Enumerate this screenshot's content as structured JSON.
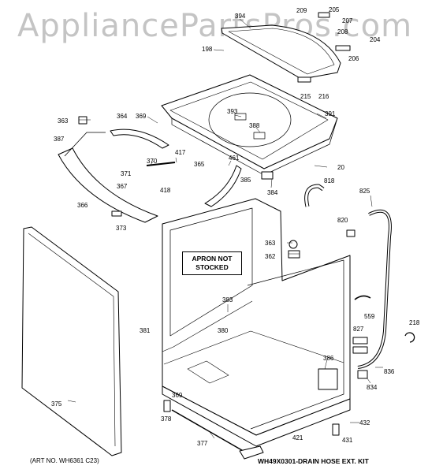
{
  "watermark": "AppliancePartsPros.com",
  "note": {
    "line1": "APRON NOT",
    "line2": "STOCKED"
  },
  "art_no": "(ART NO. WH6361 C23)",
  "kit_label": "WH49X0301-DRAIN HOSE EXT. KIT",
  "labels": [
    {
      "id": "394",
      "text": "394"
    },
    {
      "id": "209",
      "text": "209"
    },
    {
      "id": "205",
      "text": "205"
    },
    {
      "id": "207",
      "text": "207"
    },
    {
      "id": "198",
      "text": "198"
    },
    {
      "id": "208",
      "text": "208"
    },
    {
      "id": "204",
      "text": "204"
    },
    {
      "id": "206",
      "text": "206"
    },
    {
      "id": "215",
      "text": "215"
    },
    {
      "id": "216",
      "text": "216"
    },
    {
      "id": "363a",
      "text": "363"
    },
    {
      "id": "364",
      "text": "364"
    },
    {
      "id": "369a",
      "text": "369"
    },
    {
      "id": "393",
      "text": "393"
    },
    {
      "id": "388",
      "text": "388"
    },
    {
      "id": "391",
      "text": "391"
    },
    {
      "id": "387",
      "text": "387"
    },
    {
      "id": "417",
      "text": "417"
    },
    {
      "id": "370",
      "text": "370"
    },
    {
      "id": "461",
      "text": "461"
    },
    {
      "id": "365",
      "text": "365"
    },
    {
      "id": "371",
      "text": "371"
    },
    {
      "id": "418",
      "text": "418"
    },
    {
      "id": "20",
      "text": "20"
    },
    {
      "id": "367",
      "text": "367"
    },
    {
      "id": "385",
      "text": "385"
    },
    {
      "id": "384",
      "text": "384"
    },
    {
      "id": "818",
      "text": "818"
    },
    {
      "id": "825",
      "text": "825"
    },
    {
      "id": "366",
      "text": "366"
    },
    {
      "id": "820",
      "text": "820"
    },
    {
      "id": "373",
      "text": "373"
    },
    {
      "id": "363b",
      "text": "363"
    },
    {
      "id": "362",
      "text": "362"
    },
    {
      "id": "383",
      "text": "383"
    },
    {
      "id": "559",
      "text": "559"
    },
    {
      "id": "381",
      "text": "381"
    },
    {
      "id": "380",
      "text": "380"
    },
    {
      "id": "218",
      "text": "218"
    },
    {
      "id": "827",
      "text": "827"
    },
    {
      "id": "386",
      "text": "386"
    },
    {
      "id": "836",
      "text": "836"
    },
    {
      "id": "834",
      "text": "834"
    },
    {
      "id": "375",
      "text": "375"
    },
    {
      "id": "369b",
      "text": "369"
    },
    {
      "id": "378",
      "text": "378"
    },
    {
      "id": "432",
      "text": "432"
    },
    {
      "id": "421",
      "text": "421"
    },
    {
      "id": "431",
      "text": "431"
    },
    {
      "id": "377",
      "text": "377"
    }
  ]
}
